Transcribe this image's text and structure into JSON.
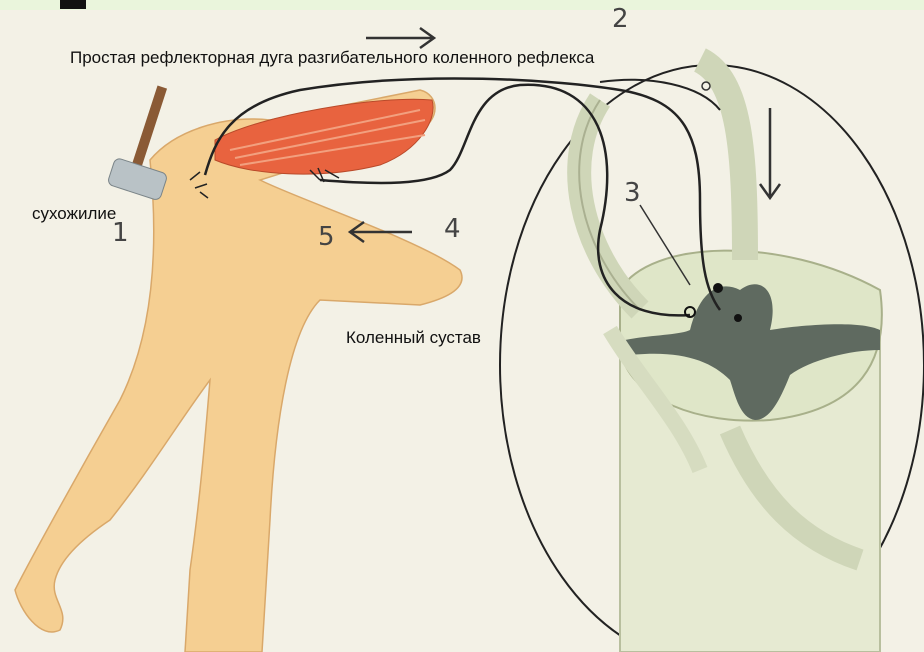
{
  "title": "Простая рефлекторная дуга разгибательного коленного рефлекса",
  "labels": {
    "tendon": "сухожилие",
    "knee_joint": "Коленный сустав"
  },
  "numbers": {
    "n1": "1",
    "n2": "2",
    "n3": "3",
    "n4": "4",
    "n5": "5"
  },
  "colors": {
    "background": "#f3f1e6",
    "skin": "#f5cf92",
    "muscle": "#e8633f",
    "nerve": "#222222",
    "spinal_cord": "#e6ead2",
    "grey_matter": "#5f6a60"
  },
  "icons": [
    "reflex-hammer-icon",
    "arrow-right-icon",
    "arrow-left-icon",
    "arrow-down-icon"
  ]
}
